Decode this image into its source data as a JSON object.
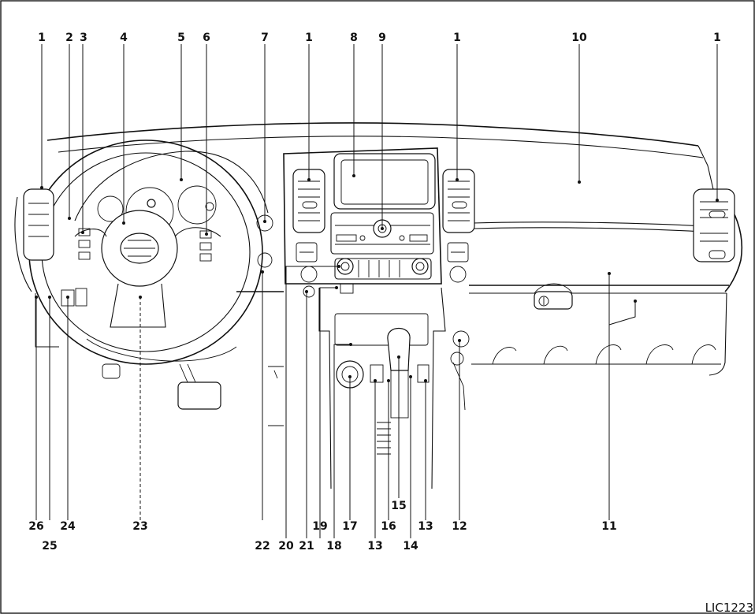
{
  "figure_code": "LIC1223",
  "callouts_top": [
    "1",
    "2",
    "3",
    "4",
    "5",
    "6",
    "7",
    "1",
    "8",
    "9",
    "1",
    "10",
    "1"
  ],
  "callouts_bottom": [
    "26",
    "25",
    "24",
    "23",
    "22",
    "20",
    "21",
    "19",
    "18",
    "17",
    "13",
    "16",
    "15",
    "14",
    "13",
    "12",
    "11"
  ]
}
